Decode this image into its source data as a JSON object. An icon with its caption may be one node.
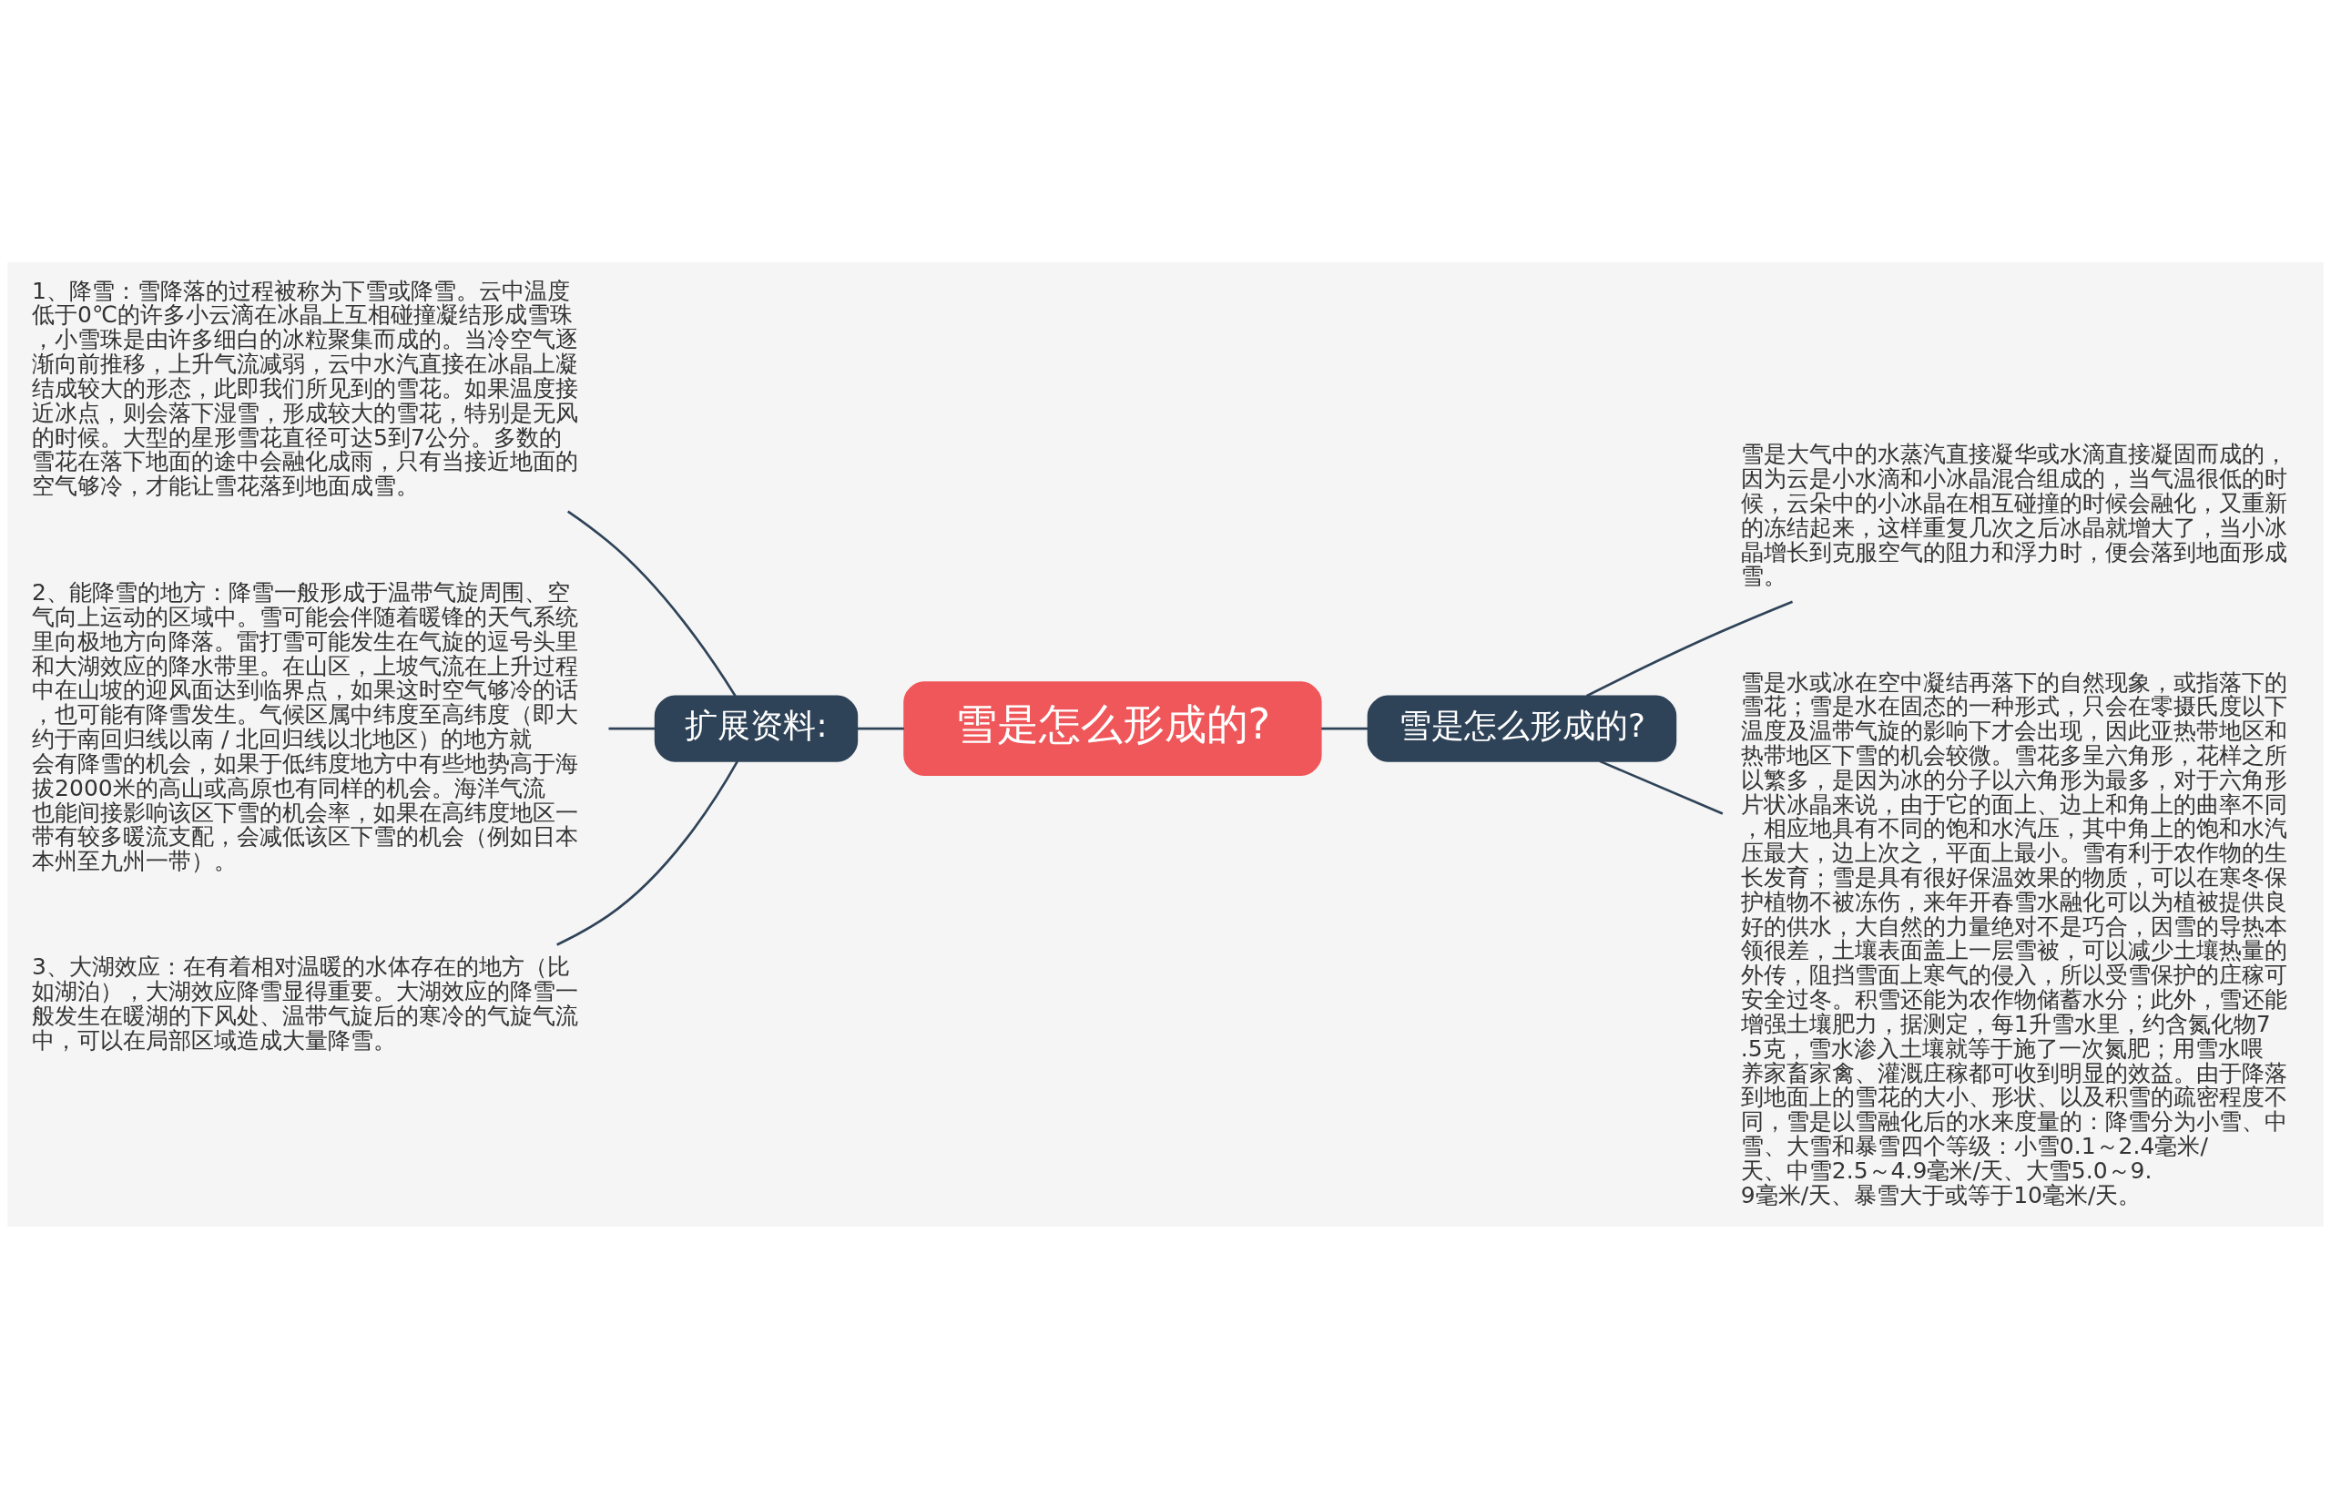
{
  "diagram": {
    "nodes": [
      {
        "text": [
          "雪是怎么形成的?"
        ]
      },
      {
        "text": [
          "扩展资料:"
        ]
      },
      {
        "text": [
          "1、降雪：雪降落的过程被称为下雪或降雪。云中温度低于0℃的许多小云滴在冰晶上互相碰撞凝结形成雪珠，小雪珠是由许多细白的冰粒聚集而成的。当冷空气逐渐向前推移，上升气流减弱，云中水汽直接在冰晶上凝结成较大的形态，此即我们所见到的雪花。如果温度接近冰点，则会落下湿雪，形成较大的雪花，特别是无风的时候。大型的星形雪花直径可达5到7公分。多数的雪花在落下地面的途中会融化成雨，只有当接近地面的空气够冷，才能让雪花落到地面成雪。"
        ]
      },
      {
        "text": [
          "2、能降雪的地方：降雪一般形成于温带气旋周围、空气向上运动的区域中。雪可能会伴随着暖锋的天气系统里向极地方向降落。雷打雪可能发生在气旋的逗号头里和大湖效应的降水带里。在山区，上坡气流在上升过程中在山坡的迎风面达到临界点，如果这时空气够冷的话，也可能有降雪发生。气候区属中纬度至高纬度（即大约于南回归线以南 / 北回归线以北地区）的地方就会有降雪的机会，如果于低纬度地方中有些地势高于海拔2000米的高山或高原也有同样的机会。海洋气流也能间接影响该区下雪的机会率，如果在高纬度地区一带有较多暖流支配，会减低该区下雪的机会（例如日本本州至九州一带）。"
        ]
      },
      {
        "text": [
          "3、大湖效应：在有着相对温暖的水体存在的地方（比如湖泊），大湖效应降雪显得重要。大湖效应的降雪一般发生在暖湖的下风处、温带气旋后的寒冷的气旋气流中，可以在局部区域造成大量降雪。"
        ]
      },
      {
        "text": [
          "雪是怎么形成的?"
        ]
      },
      {
        "text": [
          "雪是大气中的水蒸汽直接凝华或水滴直接凝固而成的，因为云是小水滴和小冰晶混合组成的，当气温很低的时候，云朵中的小冰晶在相互碰撞的时候会融化，又重新的冻结起来，这样重复几次之后冰晶就增大了，当小冰晶增长到克服空气的阻力和浮力时，便会落到地面形成雪。"
        ]
      },
      {
        "text": [
          "雪是水或冰在空中凝结再落下的自然现象，或指落下的雪花；雪是水在固态的一种形式，只会在零摄氏度以下温度及温带气旋的影响下才会出现，因此亚热带地区和热带地区下雪的机会较微。雪花多呈六角形，花样之所以繁多，是因为冰的分子以六角形为最多，对于六角形片状冰晶来说，由于它的面上、边上和角上的曲率不同，相应地具有不同的饱和水汽压，其中角上的饱和水汽压最大，边上次之，平面上最小。雪有利于农作物的生长发育；雪是具有很好保温效果的物质，可以在寒冬保护植物不被冻伤，来年开春雪水融化可以为植被提供良好的供水，大自然的力量绝对不是巧合，因雪的导热本领很差，土壤表面盖上一层雪被，可以减少土壤热量的外传，阻挡雪面上寒气的侵入，所以受雪保护的庄稼可安全过冬。积雪还能为农作物储蓄水分；此外，雪还能增强土壤肥力，据测定，每1升雪水里，约含氮化物7.5克，雪水渗入土壤就等于施了一次氮肥；用雪水喂养家畜家禽、灌溉庄稼都可收到明显的效益。由于降落到地面上的雪花的大小、形状、以及积雪的疏密程度不同，雪是以雪融化后的水来度量的：降雪分为小雪、中雪、大雪和暴雪四个等级：小雪0.1～2.4毫米/天、中雪2.5～4.9毫米/天、大雪5.0～9.9毫米/天、暴雪大于或等于10毫米/天。"
        ]
      }
    ],
    "edges": [
      {
        "from": 0,
        "to": 1,
        "arrow": "none"
      },
      {
        "from": 1,
        "to": 2,
        "arrow": "none"
      },
      {
        "from": 1,
        "to": 3,
        "arrow": "none"
      },
      {
        "from": 1,
        "to": 4,
        "arrow": "none"
      },
      {
        "from": 0,
        "to": 5,
        "arrow": "none"
      },
      {
        "from": 5,
        "to": 6,
        "arrow": "none"
      },
      {
        "from": 5,
        "to": 7,
        "arrow": "none"
      }
    ]
  }
}
